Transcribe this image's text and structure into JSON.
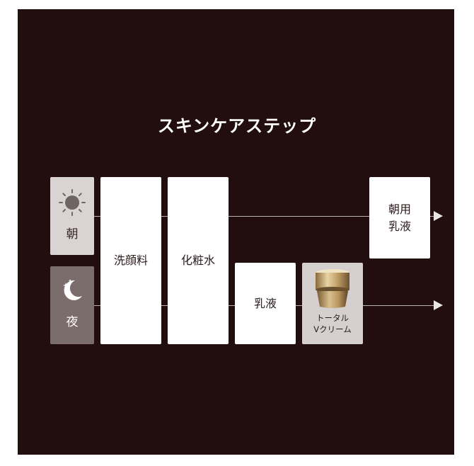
{
  "title": "スキンケアステップ",
  "times": {
    "morning": {
      "label": "朝",
      "icon": "sun-icon"
    },
    "night": {
      "label": "夜",
      "icon": "moon-stars-icon"
    }
  },
  "steps": {
    "cleanser": "洗顔料",
    "lotion": "化粧水",
    "emulsion": "乳液",
    "morning_emulsion_line1": "朝用",
    "morning_emulsion_line2": "乳液",
    "cream_line1": "トータル",
    "cream_line2": "Vクリーム"
  },
  "colors": {
    "background": "#220d0f",
    "box": "#ffffff",
    "morning_box": "#d9d3d3",
    "night_box": "#7a6d6b",
    "product_box": "#d6cfcf",
    "line": "#b9b3b3"
  }
}
